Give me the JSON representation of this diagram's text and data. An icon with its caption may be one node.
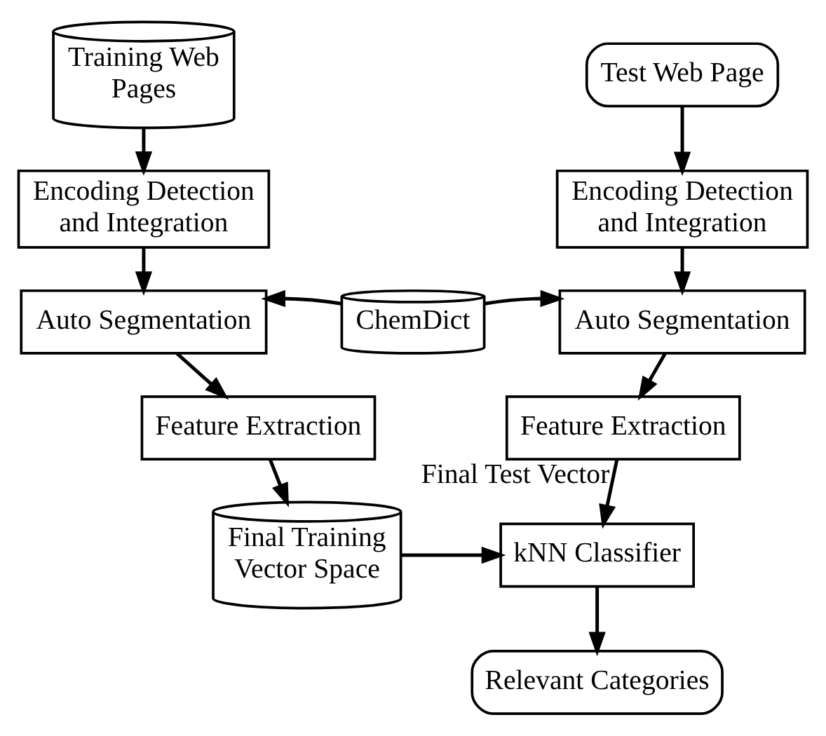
{
  "diagram": {
    "nodes": [
      {
        "text": [
          "Training Web Pages"
        ]
      },
      {
        "text": [
          "Encoding Detection and Integration"
        ]
      },
      {
        "text": [
          "Auto Segmentation"
        ]
      },
      {
        "text": [
          "Feature Extraction"
        ]
      },
      {
        "text": [
          "Final Training Vector Space"
        ]
      },
      {
        "text": [
          "Test Web Page"
        ]
      },
      {
        "text": [
          "Encoding Detection and Integration"
        ]
      },
      {
        "text": [
          "ChemDict"
        ]
      },
      {
        "text": [
          "Auto Segmentation"
        ]
      },
      {
        "text": [
          "Feature Extraction"
        ]
      },
      {
        "text": [
          "kNN Classifier"
        ]
      },
      {
        "text": [
          "Relevant Categories"
        ]
      }
    ],
    "edges": [
      {
        "from": 0,
        "to": 1,
        "arrow": "to"
      },
      {
        "from": 1,
        "to": 2,
        "arrow": "to"
      },
      {
        "from": 2,
        "to": 3,
        "arrow": "to"
      },
      {
        "from": 3,
        "to": 4,
        "arrow": "to"
      },
      {
        "from": 5,
        "to": 6,
        "arrow": "to"
      },
      {
        "from": 6,
        "to": 8,
        "arrow": "to"
      },
      {
        "from": 7,
        "to": 2,
        "arrow": "to"
      },
      {
        "from": 7,
        "to": 8,
        "arrow": "to"
      },
      {
        "from": 8,
        "to": 9,
        "arrow": "to"
      },
      {
        "from": 9,
        "to": 10,
        "arrow": "to",
        "label": "Final Test Vector"
      },
      {
        "from": 4,
        "to": 10,
        "arrow": "to"
      },
      {
        "from": 10,
        "to": 11,
        "arrow": "to"
      }
    ]
  }
}
